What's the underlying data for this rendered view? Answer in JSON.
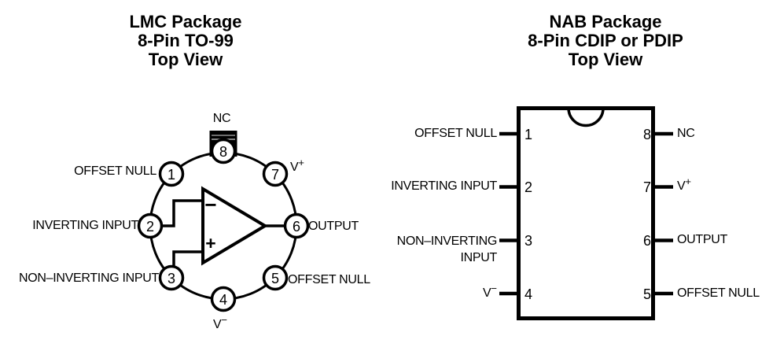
{
  "left_diagram": {
    "title": {
      "line1": "LMC Package",
      "line2": "8-Pin TO-99",
      "line3": "Top View"
    },
    "opamp": {
      "inverting_sign": "−",
      "noninverting_sign": "+"
    },
    "pins": {
      "p1": {
        "num": "1",
        "label": "OFFSET NULL"
      },
      "p2": {
        "num": "2",
        "label": "INVERTING INPUT"
      },
      "p3": {
        "num": "3",
        "label": "NON–INVERTING INPUT"
      },
      "p4": {
        "num": "4",
        "label": "V",
        "sup": "−"
      },
      "p5": {
        "num": "5",
        "label": "OFFSET NULL"
      },
      "p6": {
        "num": "6",
        "label": "OUTPUT"
      },
      "p7": {
        "num": "7",
        "label": "V",
        "sup": "+"
      },
      "p8": {
        "num": "8",
        "label": "NC"
      }
    }
  },
  "right_diagram": {
    "title": {
      "line1": "NAB Package",
      "line2": "8-Pin CDIP or PDIP",
      "line3": "Top View"
    },
    "pins": {
      "p1": {
        "num": "1",
        "label": "OFFSET NULL"
      },
      "p2": {
        "num": "2",
        "label": "INVERTING INPUT"
      },
      "p3": {
        "num": "3",
        "label_line1": "NON–INVERTING",
        "label_line2": "INPUT"
      },
      "p4": {
        "num": "4",
        "label": "V",
        "sup": "−"
      },
      "p5": {
        "num": "5",
        "label": "OFFSET NULL"
      },
      "p6": {
        "num": "6",
        "label": "OUTPUT"
      },
      "p7": {
        "num": "7",
        "label": "V",
        "sup": "+"
      },
      "p8": {
        "num": "8",
        "label": "NC"
      }
    }
  },
  "colors": {
    "ink": "#000000",
    "background": "#ffffff"
  }
}
